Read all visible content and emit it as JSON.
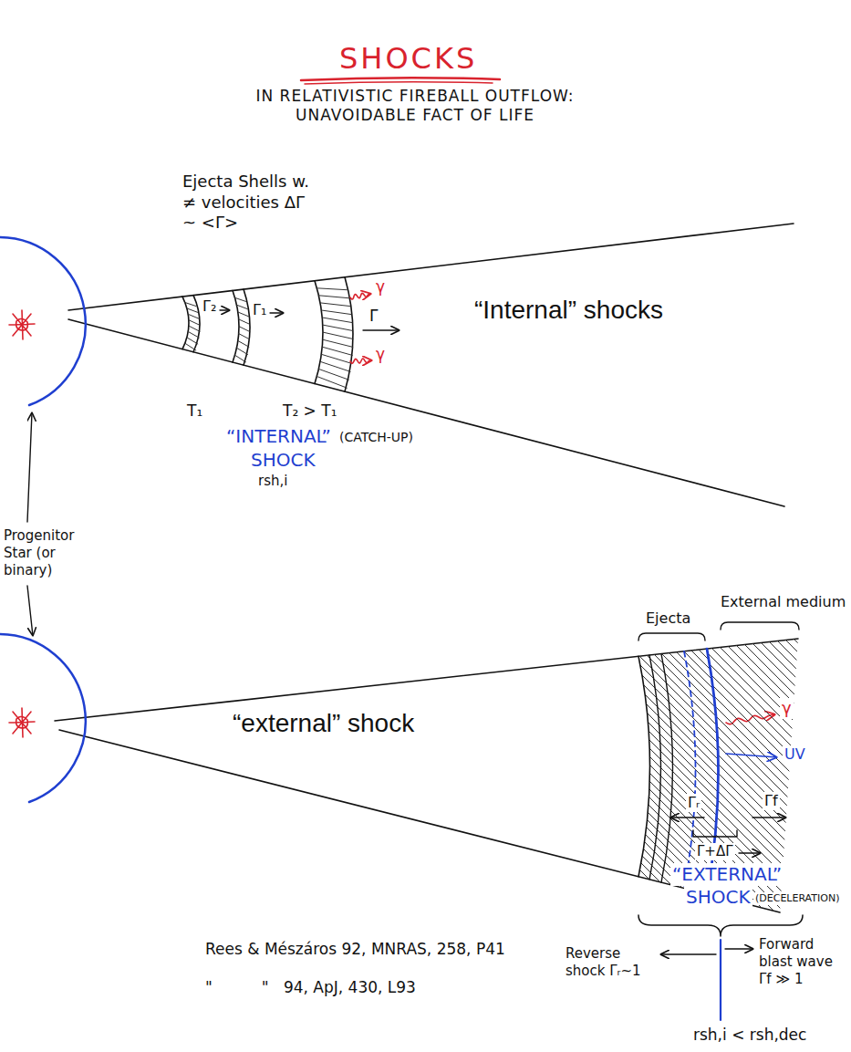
{
  "diagram": {
    "title": "SHOCKS",
    "labels": [
      "IN RELATIVISTIC FIREBALL OUTFLOW: UNAVOIDABLE FACT OF LIFE",
      "Ejecta Shells w. ≠ velocities ΔΓ ~ <Γ>",
      "Γ₂",
      "Γ₁",
      "γ",
      "γ",
      "Γ̄",
      "“Internal” shocks",
      "T₁",
      "T₂ > T₁",
      "“INTERNAL”",
      "(CATCH-UP)",
      "SHOCK",
      "rsh,i",
      "Progenitor Star (or binary)",
      "Ejecta",
      "External medium",
      "“external” shock",
      "γ",
      "UV",
      "Γᵣ",
      "Γf",
      "Γ+ΔΓ",
      "“EXTERNAL”",
      "SHOCK",
      "(DECELERATION)",
      "Rees & Mészáros 92, MNRAS, 258, P41",
      "\"          \"   94, ApJ, 430, L93",
      "Reverse shock Γᵣ~1",
      "Forward blast wave Γf ≫ 1",
      "rsh,i < rsh,dec"
    ]
  }
}
